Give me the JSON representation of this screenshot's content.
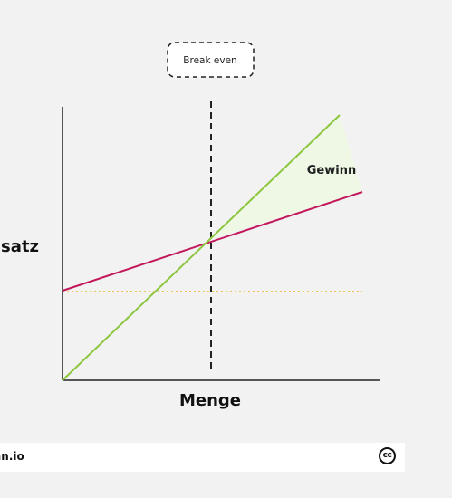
{
  "labels": {
    "break_even": "Break even",
    "profit": "Gewinn",
    "y_axis": "Umsatz",
    "x_axis": "Menge"
  },
  "footer": {
    "brand": "ppan.io",
    "license_icon": "cc-icon",
    "license_text": "cc"
  },
  "colors": {
    "revenue_line": "#8cc63f",
    "cost_line": "#c2185b",
    "fixed_cost_line": "#f0b429",
    "profit_area": "#eef8e4",
    "axis": "#222222",
    "break_even_marker": "#222222"
  }
}
